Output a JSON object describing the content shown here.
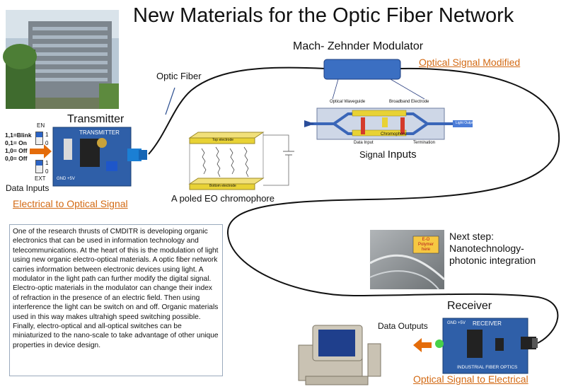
{
  "title": "New Materials for the Optic Fiber Network",
  "labels": {
    "mach_zehnder": "Mach- Zehnder  Modulator",
    "optical_signal_modified": "Optical Signal Modified",
    "optic_fiber": "Optic Fiber",
    "transmitter": "Transmitter",
    "electrical_to_optical": "Electrical to Optical Signal",
    "poled_eo": "A poled EO chromophore",
    "signal_inputs_prefix": "Signal ",
    "signal_inputs_suffix": "Inputs",
    "next_step": "Next step: Nanotechnology-photonic integration",
    "receiver": "Receiver",
    "data_outputs": "Data Outputs",
    "optical_to_electrical": "Optical Signal to Electrical",
    "data_inputs": "Data Inputs"
  },
  "switch_panel": {
    "en": "EN",
    "ext": "EXT",
    "legend": [
      "1,1=Blink",
      "0,1= On",
      "1,0= Off",
      "0,0= Off"
    ],
    "s1": [
      "1",
      "0"
    ],
    "s2": [
      "1",
      "0"
    ]
  },
  "modulator_diagram": {
    "optical_waveguide": "Optical Waveguide",
    "broadband_electrode": "Broadband Electrode",
    "chromophore": "Chromophore",
    "data_input": "Data Input",
    "termination": "Termination",
    "light_output": "Light Output"
  },
  "chromophore_diagram": {
    "top_electrode": "Top electrode",
    "bottom_electrode": "Bottom electrode"
  },
  "microscope": {
    "eo_polymer": "E-O Polymer here"
  },
  "boards": {
    "transmitter": "TRANSMITTER",
    "receiver": "RECEIVER",
    "receiver_footer": "INDUSTRIAL FIBER OPTICS",
    "gnd": "GND +5V"
  },
  "description": "One of the research thrusts of CMDITR is developing organic electronics that can be used in information technology and telecommunications. At the heart of this is the modulation of light using new organic electro-optical materials. A optic fiber network carries information between electronic devices using light. A modulator in the light path can further modify the digital signal. Electro-optic materials  in the modulator can change their index of refraction in the presence of an electric field. Then using interference the  light can be switch on and off.  Organic materials used in this way makes  ultrahigh speed switching possible. Finally, electro-optical and all-optical switches can be miniaturized to the nano-scale to take advantage of other unique properties in device design."
}
